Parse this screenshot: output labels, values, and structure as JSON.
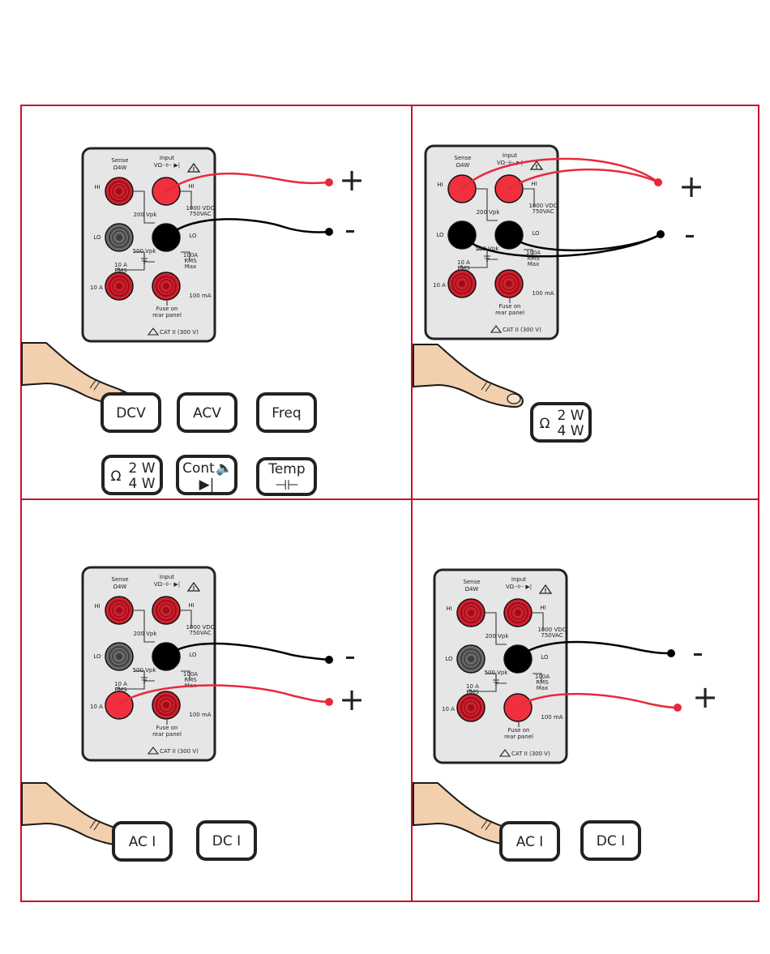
{
  "colors": {
    "frame": "#c8102e",
    "panel_fill": "#e6e6e6",
    "panel_stroke": "#222222",
    "jack_red": "#d0202e",
    "jack_dark_red": "#9a0e18",
    "jack_gray": "#6a6a6a",
    "jack_black": "#000000",
    "wire_red": "#e8293b",
    "wire_black": "#000000",
    "skin": "#f2d0ae"
  },
  "panel": {
    "sense": "Sense",
    "sense_sub": "Ω4W",
    "input": "Input",
    "input_sub": "VΩ⊣⊢ ▶|",
    "hi": "HI",
    "lo": "LO",
    "v200": "200 Vpk",
    "v1000": "1000 VDC",
    "v750": "750VAC",
    "v500": "500 Vpk",
    "a100_1": "100A",
    "a100_2": "RMS",
    "a100_3": "Max",
    "a10_1": "10 A",
    "a10_2": "RMS",
    "a10_3": "Max",
    "a10": "10 A",
    "ma100": "100 mA",
    "fuse_1": "Fuse on",
    "fuse_2": "rear panel",
    "cat": "CAT II (300 V)",
    "warn": "!"
  },
  "symbols": {
    "plus": "+",
    "minus": "-"
  },
  "buttons": {
    "dcv": "DCV",
    "acv": "ACV",
    "freq": "Freq",
    "ohm": "Ω",
    "w2": "2 W",
    "w4": "4 W",
    "cont": "Cont",
    "cont_icon": "🔈",
    "diode": "▶|",
    "temp": "Temp",
    "cap": "⊣⊢",
    "aci": "AC I",
    "dci": "DC I"
  }
}
